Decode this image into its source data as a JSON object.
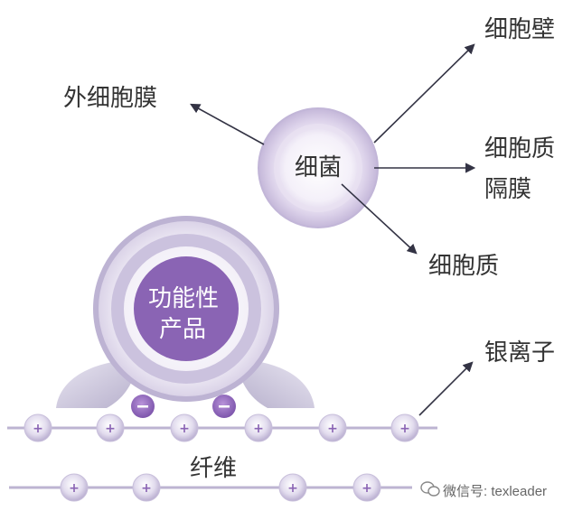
{
  "labels": {
    "outer_membrane": "外细胞膜",
    "cell_wall": "细胞壁",
    "cytoplasm_septum_line1": "细胞质",
    "cytoplasm_septum_line2": "隔膜",
    "cytoplasm": "细胞质",
    "bacteria": "细菌",
    "product_line1": "功能性",
    "product_line2": "产品",
    "silver_ion": "银离子",
    "fiber": "纤维"
  },
  "charges": {
    "positive": "+",
    "negative": "−"
  },
  "watermark": {
    "text": "微信号: texleader",
    "icon": "wechat-icon"
  },
  "colors": {
    "purple_dark": "#8a64b4",
    "purple_light": "#d9d3e8",
    "ring": "#cfc8e0",
    "arrow": "#333344"
  }
}
